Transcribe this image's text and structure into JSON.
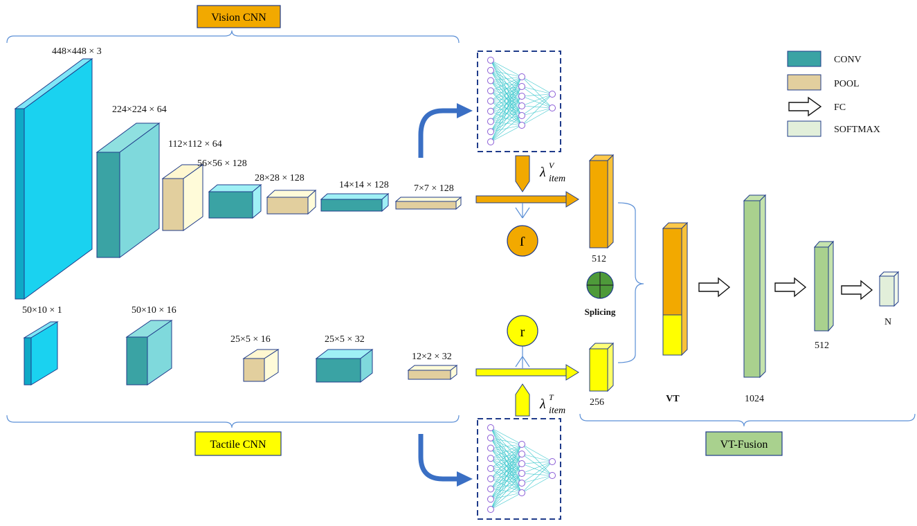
{
  "sections": {
    "vision": "Vision CNN",
    "tactile": "Tactile CNN",
    "fusion": "VT-Fusion"
  },
  "vision_layers": [
    "448×448 × 3",
    "224×224 × 64",
    "112×112 × 64",
    "56×56 × 128",
    "28×28 × 128",
    "14×14 × 128",
    "7×7 × 128"
  ],
  "tactile_layers": [
    "50×10 × 1",
    "50×10 × 16",
    "25×5 × 16",
    "25×5 × 32",
    "12×2 × 32"
  ],
  "weights": {
    "vision_lambda": "λ",
    "vision_sup": "V",
    "vision_sub": "item",
    "tactile_lambda": "λ",
    "tactile_sup": "T",
    "tactile_sub": "item",
    "vision_circle": "J",
    "tactile_circle": "r"
  },
  "fusion": {
    "v_dim": "512",
    "t_dim": "256",
    "splice_label": "Splicing",
    "vt_label": "VT",
    "fc1_dim": "1024",
    "fc2_dim": "512",
    "out_dim": "N"
  },
  "legend": [
    "CONV",
    "POOL",
    "FC",
    "SOFTMAX"
  ],
  "colors": {
    "vision_conv": "#1ad2f0",
    "conv": "#3aa3a4",
    "pool": "#e2cf9e",
    "vision_bar": "#f2a900",
    "tactile_bar": "#ffff00",
    "fc": "#a9d18e",
    "softmax": "#e2efda",
    "arrow_blue": "#3a6fc4"
  }
}
